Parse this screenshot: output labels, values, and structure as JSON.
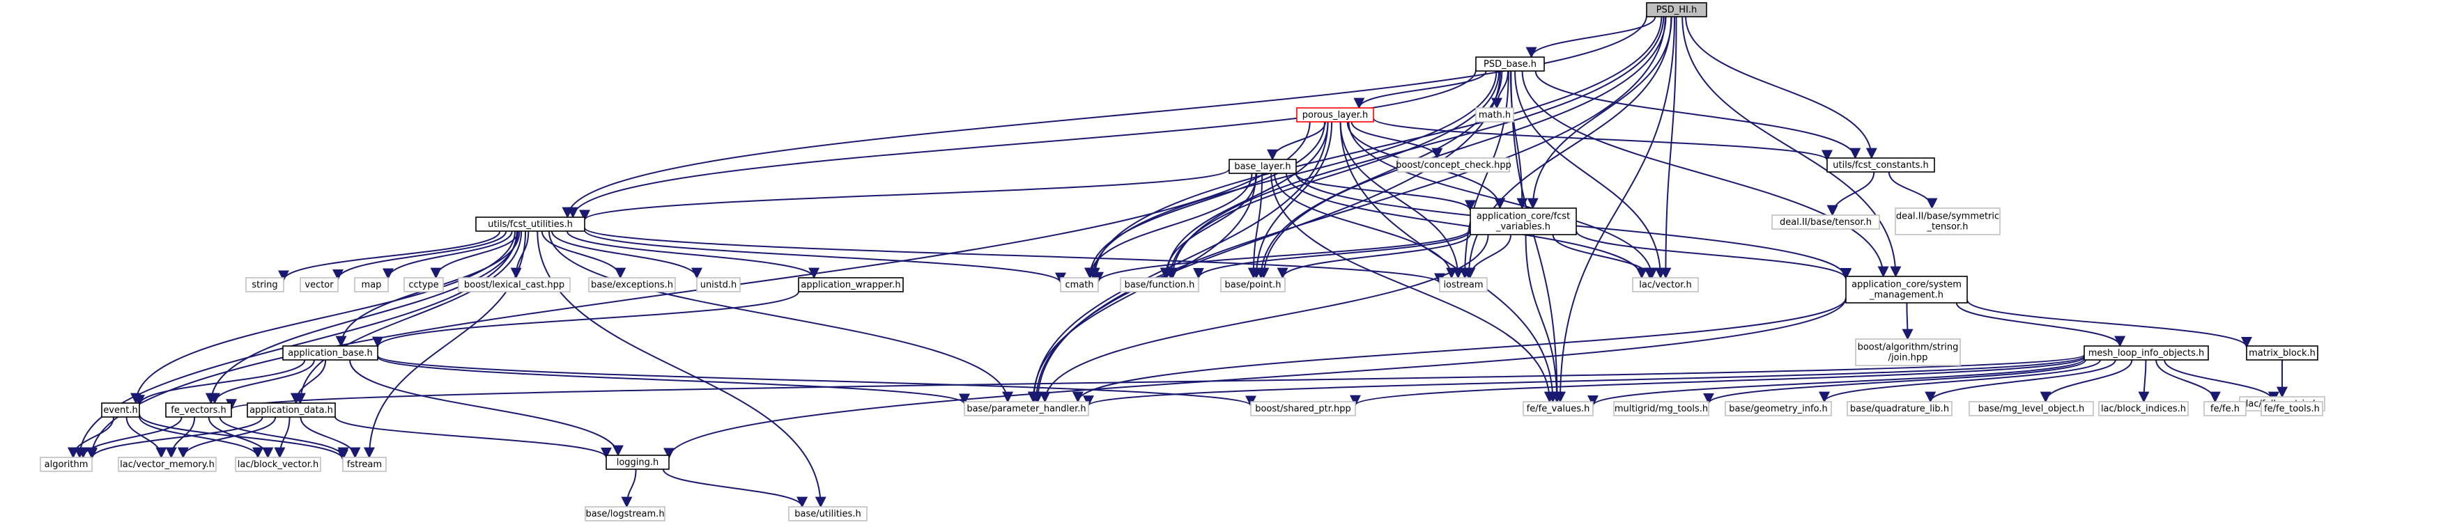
{
  "graph": {
    "nodes": [
      {
        "id": "psd_hi",
        "lines": [
          "PSD_HI.h"
        ],
        "style": "root",
        "link": true
      },
      {
        "id": "psd_base",
        "lines": [
          "PSD_base.h"
        ],
        "style": "known",
        "link": true
      },
      {
        "id": "porous_layer",
        "lines": [
          "porous_layer.h"
        ],
        "style": "red",
        "link": true
      },
      {
        "id": "math",
        "lines": [
          "math.h"
        ],
        "style": "external",
        "link": false
      },
      {
        "id": "concept_check",
        "lines": [
          "boost/concept_check.hpp"
        ],
        "style": "external",
        "link": false
      },
      {
        "id": "fcst_constants",
        "lines": [
          "utils/fcst_constants.h"
        ],
        "style": "known",
        "link": true
      },
      {
        "id": "base_layer",
        "lines": [
          "base_layer.h"
        ],
        "style": "known",
        "link": true
      },
      {
        "id": "tensor",
        "lines": [
          "deal.II/base/tensor.h"
        ],
        "style": "external",
        "link": false
      },
      {
        "id": "symmetric_tensor",
        "lines": [
          "deal.II/base/symmetric",
          "_tensor.h"
        ],
        "style": "external",
        "link": false
      },
      {
        "id": "fcst_utilities",
        "lines": [
          "utils/fcst_utilities.h"
        ],
        "style": "known",
        "link": true
      },
      {
        "id": "fcst_variables",
        "lines": [
          "application_core/fcst",
          "_variables.h"
        ],
        "style": "known",
        "link": true
      },
      {
        "id": "system_management",
        "lines": [
          "application_core/system",
          "_management.h"
        ],
        "style": "known",
        "link": true
      },
      {
        "id": "string",
        "lines": [
          "string"
        ],
        "style": "external",
        "link": false
      },
      {
        "id": "vector",
        "lines": [
          "vector"
        ],
        "style": "external",
        "link": false
      },
      {
        "id": "map",
        "lines": [
          "map"
        ],
        "style": "external",
        "link": false
      },
      {
        "id": "cctype",
        "lines": [
          "cctype"
        ],
        "style": "external",
        "link": false
      },
      {
        "id": "lexical_cast",
        "lines": [
          "boost/lexical_cast.hpp"
        ],
        "style": "external",
        "link": false
      },
      {
        "id": "exceptions",
        "lines": [
          "base/exceptions.h"
        ],
        "style": "external",
        "link": false
      },
      {
        "id": "unistd",
        "lines": [
          "unistd.h"
        ],
        "style": "external",
        "link": false
      },
      {
        "id": "application_wrapper",
        "lines": [
          "application_wrapper.h"
        ],
        "style": "known",
        "link": true
      },
      {
        "id": "cmath",
        "lines": [
          "cmath"
        ],
        "style": "external",
        "link": false
      },
      {
        "id": "function",
        "lines": [
          "base/function.h"
        ],
        "style": "external",
        "link": false
      },
      {
        "id": "point",
        "lines": [
          "base/point.h"
        ],
        "style": "external",
        "link": false
      },
      {
        "id": "iostream",
        "lines": [
          "iostream"
        ],
        "style": "external",
        "link": false
      },
      {
        "id": "lac_vector",
        "lines": [
          "lac/vector.h"
        ],
        "style": "external",
        "link": false
      },
      {
        "id": "string_join",
        "lines": [
          "boost/algorithm/string",
          "/join.hpp"
        ],
        "style": "external",
        "link": false
      },
      {
        "id": "mesh_loop",
        "lines": [
          "mesh_loop_info_objects.h"
        ],
        "style": "known",
        "link": true
      },
      {
        "id": "matrix_block",
        "lines": [
          "matrix_block.h"
        ],
        "style": "known",
        "link": true
      },
      {
        "id": "full_matrix",
        "lines": [
          "lac/full_matrix.h"
        ],
        "style": "external",
        "link": false
      },
      {
        "id": "application_base",
        "lines": [
          "application_base.h"
        ],
        "style": "known",
        "link": true
      },
      {
        "id": "event",
        "lines": [
          "event.h"
        ],
        "style": "known",
        "link": true
      },
      {
        "id": "fe_vectors",
        "lines": [
          "fe_vectors.h"
        ],
        "style": "known",
        "link": true
      },
      {
        "id": "application_data",
        "lines": [
          "application_data.h"
        ],
        "style": "known",
        "link": true
      },
      {
        "id": "parameter_handler",
        "lines": [
          "base/parameter_handler.h"
        ],
        "style": "external",
        "link": false
      },
      {
        "id": "shared_ptr",
        "lines": [
          "boost/shared_ptr.hpp"
        ],
        "style": "external",
        "link": false
      },
      {
        "id": "fe_values",
        "lines": [
          "fe/fe_values.h"
        ],
        "style": "external",
        "link": false
      },
      {
        "id": "mg_tools",
        "lines": [
          "multigrid/mg_tools.h"
        ],
        "style": "external",
        "link": false
      },
      {
        "id": "geometry_info",
        "lines": [
          "base/geometry_info.h"
        ],
        "style": "external",
        "link": false
      },
      {
        "id": "quadrature_lib",
        "lines": [
          "base/quadrature_lib.h"
        ],
        "style": "external",
        "link": false
      },
      {
        "id": "mg_level_object",
        "lines": [
          "base/mg_level_object.h"
        ],
        "style": "external",
        "link": false
      },
      {
        "id": "block_indices",
        "lines": [
          "lac/block_indices.h"
        ],
        "style": "external",
        "link": false
      },
      {
        "id": "fe_h",
        "lines": [
          "fe/fe.h"
        ],
        "style": "external",
        "link": false
      },
      {
        "id": "fe_tools",
        "lines": [
          "fe/fe_tools.h"
        ],
        "style": "external",
        "link": false
      },
      {
        "id": "algorithm",
        "lines": [
          "algorithm"
        ],
        "style": "external",
        "link": false
      },
      {
        "id": "vector_memory",
        "lines": [
          "lac/vector_memory.h"
        ],
        "style": "external",
        "link": false
      },
      {
        "id": "block_vector",
        "lines": [
          "lac/block_vector.h"
        ],
        "style": "external",
        "link": false
      },
      {
        "id": "fstream",
        "lines": [
          "fstream"
        ],
        "style": "external",
        "link": false
      },
      {
        "id": "logging",
        "lines": [
          "logging.h"
        ],
        "style": "known",
        "link": true
      },
      {
        "id": "logstream",
        "lines": [
          "base/logstream.h"
        ],
        "style": "external",
        "link": false
      },
      {
        "id": "utilities",
        "lines": [
          "base/utilities.h"
        ],
        "style": "external",
        "link": false
      }
    ],
    "edges": [
      [
        "psd_hi",
        "psd_base"
      ],
      [
        "psd_hi",
        "fcst_utilities"
      ],
      [
        "psd_hi",
        "cmath"
      ],
      [
        "psd_hi",
        "function"
      ],
      [
        "psd_hi",
        "point"
      ],
      [
        "psd_hi",
        "fcst_constants"
      ],
      [
        "psd_hi",
        "fcst_variables"
      ],
      [
        "psd_hi",
        "system_management"
      ],
      [
        "psd_hi",
        "iostream"
      ],
      [
        "psd_hi",
        "lac_vector"
      ],
      [
        "psd_hi",
        "fe_values"
      ],
      [
        "psd_hi",
        "parameter_handler"
      ],
      [
        "psd_base",
        "porous_layer"
      ],
      [
        "psd_base",
        "math"
      ],
      [
        "psd_base",
        "fcst_constants"
      ],
      [
        "psd_base",
        "fcst_utilities"
      ],
      [
        "psd_base",
        "fcst_variables"
      ],
      [
        "psd_base",
        "system_management"
      ],
      [
        "psd_base",
        "cmath"
      ],
      [
        "psd_base",
        "function"
      ],
      [
        "psd_base",
        "point"
      ],
      [
        "psd_base",
        "iostream"
      ],
      [
        "psd_base",
        "lac_vector"
      ],
      [
        "psd_base",
        "parameter_handler"
      ],
      [
        "psd_base",
        "fe_values"
      ],
      [
        "porous_layer",
        "base_layer"
      ],
      [
        "porous_layer",
        "concept_check"
      ],
      [
        "porous_layer",
        "fcst_constants"
      ],
      [
        "porous_layer",
        "fcst_variables"
      ],
      [
        "porous_layer",
        "cmath"
      ],
      [
        "porous_layer",
        "function"
      ],
      [
        "porous_layer",
        "point"
      ],
      [
        "porous_layer",
        "iostream"
      ],
      [
        "porous_layer",
        "lac_vector"
      ],
      [
        "porous_layer",
        "parameter_handler"
      ],
      [
        "porous_layer",
        "fe_values"
      ],
      [
        "porous_layer",
        "algorithm"
      ],
      [
        "fcst_constants",
        "tensor"
      ],
      [
        "fcst_constants",
        "symmetric_tensor"
      ],
      [
        "base_layer",
        "fcst_utilities"
      ],
      [
        "base_layer",
        "fcst_variables"
      ],
      [
        "base_layer",
        "system_management"
      ],
      [
        "base_layer",
        "cmath"
      ],
      [
        "base_layer",
        "function"
      ],
      [
        "base_layer",
        "point"
      ],
      [
        "base_layer",
        "iostream"
      ],
      [
        "base_layer",
        "lac_vector"
      ],
      [
        "base_layer",
        "parameter_handler"
      ],
      [
        "base_layer",
        "fe_values"
      ],
      [
        "fcst_variables",
        "cmath"
      ],
      [
        "fcst_variables",
        "function"
      ],
      [
        "fcst_variables",
        "point"
      ],
      [
        "fcst_variables",
        "iostream"
      ],
      [
        "fcst_variables",
        "lac_vector"
      ],
      [
        "fcst_variables",
        "system_management"
      ],
      [
        "fcst_variables",
        "parameter_handler"
      ],
      [
        "fcst_variables",
        "fe_values"
      ],
      [
        "system_management",
        "string_join"
      ],
      [
        "system_management",
        "mesh_loop"
      ],
      [
        "system_management",
        "matrix_block"
      ],
      [
        "system_management",
        "parameter_handler"
      ],
      [
        "system_management",
        "logging"
      ],
      [
        "fcst_utilities",
        "string"
      ],
      [
        "fcst_utilities",
        "vector"
      ],
      [
        "fcst_utilities",
        "map"
      ],
      [
        "fcst_utilities",
        "cctype"
      ],
      [
        "fcst_utilities",
        "lexical_cast"
      ],
      [
        "fcst_utilities",
        "exceptions"
      ],
      [
        "fcst_utilities",
        "unistd"
      ],
      [
        "fcst_utilities",
        "application_wrapper"
      ],
      [
        "fcst_utilities",
        "cmath"
      ],
      [
        "fcst_utilities",
        "iostream"
      ],
      [
        "fcst_utilities",
        "application_base"
      ],
      [
        "fcst_utilities",
        "event"
      ],
      [
        "fcst_utilities",
        "fe_vectors"
      ],
      [
        "fcst_utilities",
        "application_data"
      ],
      [
        "fcst_utilities",
        "algorithm"
      ],
      [
        "fcst_utilities",
        "fstream"
      ],
      [
        "fcst_utilities",
        "parameter_handler"
      ],
      [
        "fcst_utilities",
        "utilities"
      ],
      [
        "application_wrapper",
        "application_base"
      ],
      [
        "application_base",
        "event"
      ],
      [
        "application_base",
        "fe_vectors"
      ],
      [
        "application_base",
        "application_data"
      ],
      [
        "application_base",
        "parameter_handler"
      ],
      [
        "application_base",
        "shared_ptr"
      ],
      [
        "application_base",
        "logging"
      ],
      [
        "event",
        "algorithm"
      ],
      [
        "event",
        "vector_memory"
      ],
      [
        "event",
        "block_vector"
      ],
      [
        "event",
        "fstream"
      ],
      [
        "fe_vectors",
        "algorithm"
      ],
      [
        "fe_vectors",
        "vector_memory"
      ],
      [
        "fe_vectors",
        "block_vector"
      ],
      [
        "fe_vectors",
        "fstream"
      ],
      [
        "application_data",
        "algorithm"
      ],
      [
        "application_data",
        "vector_memory"
      ],
      [
        "application_data",
        "block_vector"
      ],
      [
        "application_data",
        "fstream"
      ],
      [
        "application_data",
        "logging"
      ],
      [
        "logging",
        "logstream"
      ],
      [
        "logging",
        "utilities"
      ],
      [
        "mesh_loop",
        "fe_vectors"
      ],
      [
        "mesh_loop",
        "parameter_handler"
      ],
      [
        "mesh_loop",
        "shared_ptr"
      ],
      [
        "mesh_loop",
        "fe_values"
      ],
      [
        "mesh_loop",
        "mg_tools"
      ],
      [
        "mesh_loop",
        "geometry_info"
      ],
      [
        "mesh_loop",
        "quadrature_lib"
      ],
      [
        "mesh_loop",
        "mg_level_object"
      ],
      [
        "mesh_loop",
        "block_indices"
      ],
      [
        "mesh_loop",
        "fe_h"
      ],
      [
        "mesh_loop",
        "fe_tools"
      ],
      [
        "matrix_block",
        "full_matrix"
      ]
    ]
  }
}
